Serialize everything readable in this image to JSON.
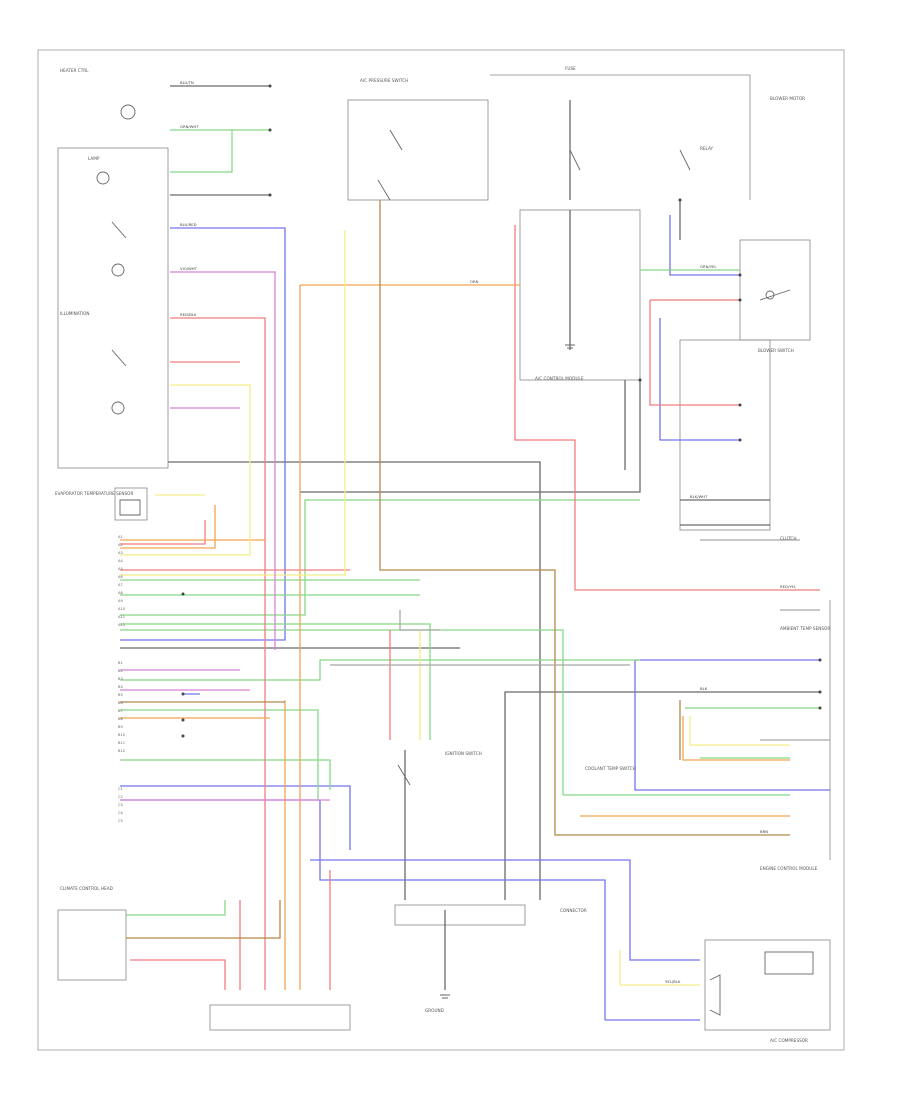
{
  "diagram": {
    "footer_id": "",
    "component_labels": [
      {
        "id": "c1",
        "text": "HEATER CTRL"
      },
      {
        "id": "c2",
        "text": "LAMP"
      },
      {
        "id": "c3",
        "text": "ILLUMINATION"
      },
      {
        "id": "c4",
        "text": "EVAPORATOR TEMPERATURE SENSOR"
      },
      {
        "id": "c5",
        "text": "A/C PRESSURE SWITCH"
      },
      {
        "id": "c6",
        "text": "IGNITION SWITCH"
      },
      {
        "id": "c7",
        "text": "FUSE"
      },
      {
        "id": "c8",
        "text": "BLOWER MOTOR"
      },
      {
        "id": "c9",
        "text": "RELAY"
      },
      {
        "id": "c10",
        "text": "BLOWER SWITCH"
      },
      {
        "id": "c11",
        "text": "A/C CONTROL MODULE"
      },
      {
        "id": "c12",
        "text": "GROUND"
      },
      {
        "id": "c13",
        "text": "CONNECTOR"
      },
      {
        "id": "c14",
        "text": "ENGINE CONTROL MODULE"
      },
      {
        "id": "c15",
        "text": "CLIMATE CONTROL HEAD"
      },
      {
        "id": "c16",
        "text": "A/C COMPRESSOR"
      },
      {
        "id": "c17",
        "text": "AMBIENT TEMP SENSOR"
      },
      {
        "id": "c18",
        "text": "COOLANT TEMP SWITCH"
      },
      {
        "id": "c19",
        "text": "CLUTCH"
      }
    ],
    "wire_labels": [
      {
        "id": "w1",
        "text": "BLU/TN"
      },
      {
        "id": "w2",
        "text": "GRN/WHT"
      },
      {
        "id": "w3",
        "text": "BLU/RED"
      },
      {
        "id": "w4",
        "text": "RED/BLK"
      },
      {
        "id": "w5",
        "text": "VIO/WHT"
      },
      {
        "id": "w6",
        "text": "BLK/WHT"
      },
      {
        "id": "w7",
        "text": "YEL/BLK"
      },
      {
        "id": "w8",
        "text": "ORN"
      },
      {
        "id": "w9",
        "text": "GRN/YEL"
      },
      {
        "id": "w10",
        "text": "BLK"
      },
      {
        "id": "w11",
        "text": "RED/YEL"
      },
      {
        "id": "w12",
        "text": "BRN"
      }
    ],
    "pin_labels": [
      {
        "id": "p1",
        "text": "A1"
      },
      {
        "id": "p2",
        "text": "A2"
      },
      {
        "id": "p3",
        "text": "A3"
      },
      {
        "id": "p4",
        "text": "A4"
      },
      {
        "id": "p5",
        "text": "A5"
      },
      {
        "id": "p6",
        "text": "A6"
      },
      {
        "id": "p7",
        "text": "A7"
      },
      {
        "id": "p8",
        "text": "A8"
      },
      {
        "id": "p9",
        "text": "A9"
      },
      {
        "id": "p10",
        "text": "A10"
      },
      {
        "id": "p11",
        "text": "A11"
      },
      {
        "id": "p12",
        "text": "A12"
      },
      {
        "id": "p13",
        "text": "B1"
      },
      {
        "id": "p14",
        "text": "B2"
      },
      {
        "id": "p15",
        "text": "B3"
      },
      {
        "id": "p16",
        "text": "B4"
      },
      {
        "id": "p17",
        "text": "B5"
      },
      {
        "id": "p18",
        "text": "B6"
      },
      {
        "id": "p19",
        "text": "B7"
      },
      {
        "id": "p20",
        "text": "B8"
      },
      {
        "id": "p21",
        "text": "B9"
      },
      {
        "id": "p22",
        "text": "B10"
      },
      {
        "id": "p23",
        "text": "B11"
      },
      {
        "id": "p24",
        "text": "B12"
      },
      {
        "id": "p25",
        "text": "C1"
      },
      {
        "id": "p26",
        "text": "C2"
      },
      {
        "id": "p27",
        "text": "C3"
      },
      {
        "id": "p28",
        "text": "C4"
      },
      {
        "id": "p29",
        "text": "C5"
      }
    ],
    "wire_colors": {
      "black": "#555555",
      "blue": "#6e6ef0",
      "green": "#7fd67f",
      "red": "#f07a7a",
      "orange": "#f0a04b",
      "yellow": "#f5f07a",
      "violet": "#d07ad0",
      "pink": "#f0a0d8",
      "brown": "#b08040",
      "grey": "#9a9a9a",
      "lightgreen": "#a8e0a8"
    }
  }
}
